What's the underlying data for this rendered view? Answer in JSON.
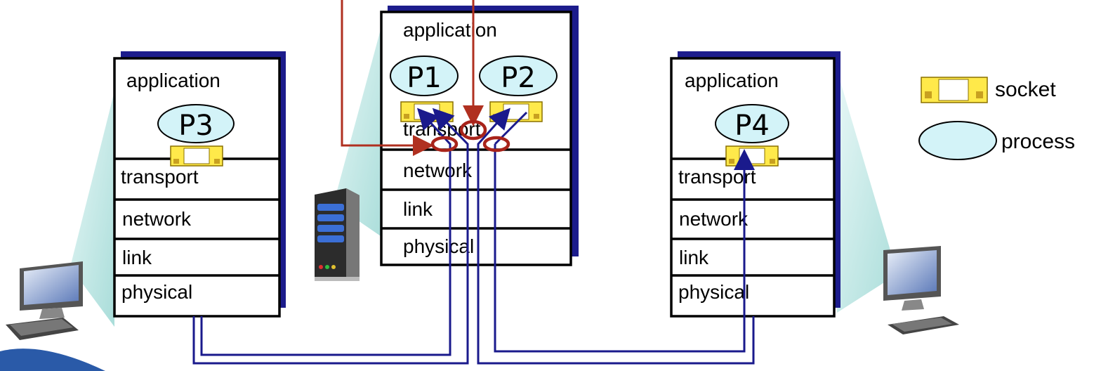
{
  "layers": {
    "application": "application",
    "transport": "transport",
    "network": "network",
    "link": "link",
    "physical": "physical"
  },
  "processes": {
    "p1": "P1",
    "p2": "P2",
    "p3": "P3",
    "p4": "P4"
  },
  "legend": {
    "socket": "socket",
    "process": "process"
  },
  "colors": {
    "stack_shadow": "#1c1c8c",
    "socket_fill": "#ffe94a",
    "socket_dot": "#c8a020",
    "process_fill": "#d3f3f8",
    "cone_fill": "#bfe8e6",
    "blue_path": "#1a1a8c",
    "red_path": "#b03020",
    "red_ring": "#a8231a"
  }
}
